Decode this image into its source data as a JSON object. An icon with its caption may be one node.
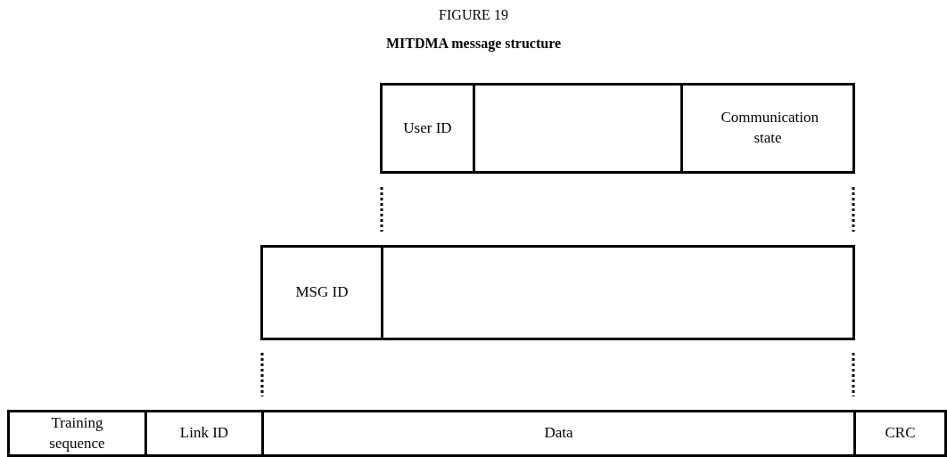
{
  "diagram": {
    "title": "MITDMA message structure",
    "nodes": [
      {
        "text": [
          "User ID"
        ]
      },
      {
        "text": [],
        "shape": "box"
      },
      {
        "text": [
          "Communication state"
        ]
      },
      {
        "text": [
          "MSG ID"
        ]
      },
      {
        "text": [],
        "shape": "box"
      },
      {
        "text": [
          "Training sequence"
        ]
      },
      {
        "text": [
          "Link ID"
        ]
      },
      {
        "text": [
          "Data"
        ]
      },
      {
        "text": [
          "CRC"
        ]
      }
    ],
    "edges": [],
    "labels": [
      "FIGURE 19"
    ]
  }
}
